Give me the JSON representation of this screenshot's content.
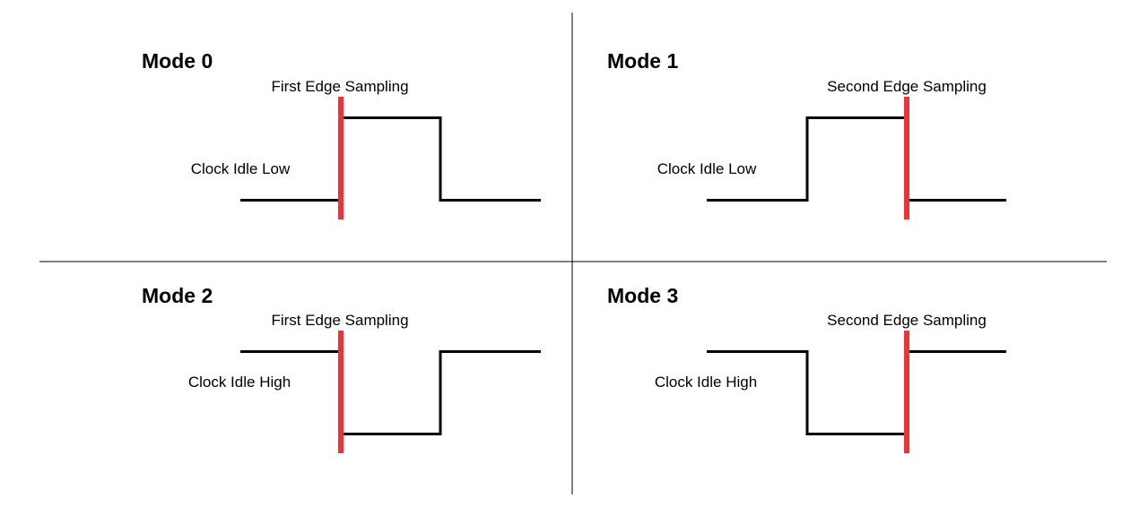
{
  "colors": {
    "background": "#ffffff",
    "waveform": "#000000",
    "sampling_marker": "#ee3338",
    "divider": "#000000"
  },
  "panels": [
    {
      "id": "mode-0",
      "title": "Mode 0",
      "sampling_label": "First Edge Sampling",
      "clock_label": "Clock Idle Low",
      "idle_level": "low",
      "sample_edge": "first"
    },
    {
      "id": "mode-1",
      "title": "Mode 1",
      "sampling_label": "Second Edge Sampling",
      "clock_label": "Clock Idle Low",
      "idle_level": "low",
      "sample_edge": "second"
    },
    {
      "id": "mode-2",
      "title": "Mode 2",
      "sampling_label": "First Edge Sampling",
      "clock_label": "Clock Idle High",
      "idle_level": "high",
      "sample_edge": "first"
    },
    {
      "id": "mode-3",
      "title": "Mode 3",
      "sampling_label": "Second Edge Sampling",
      "clock_label": "Clock Idle High",
      "idle_level": "high",
      "sample_edge": "second"
    }
  ]
}
